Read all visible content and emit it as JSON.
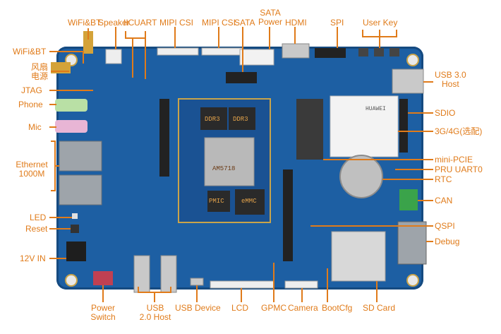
{
  "image": {
    "board_text": {
      "soc": "AM5718",
      "ddr_left": "DDR3",
      "ddr_right": "DDR3",
      "pmic": "PMIC",
      "emmc": "eMMC",
      "brand": "HUAWEI"
    },
    "labels": {
      "wifi_bt_top": "WiFi&BT",
      "speaker": "Speaker",
      "iic": "IIC",
      "uart": "UART",
      "mipi_csi_1": "MIPI CSI",
      "mipi_csi_2": "MIPI CSI",
      "sata": "SATA",
      "sata_power_1": "SATA",
      "sata_power_2": "Power",
      "hdmi": "HDMI",
      "spi": "SPI",
      "user_key": "User Key",
      "wifi_bt_left": "WiFi&BT",
      "fan_power_1": "风扇",
      "fan_power_2": "电源",
      "jtag": "JTAG",
      "phone": "Phone",
      "mic": "Mic",
      "ethernet_1": "Ethernet",
      "ethernet_2": "1000M",
      "led": "LED",
      "reset": "Reset",
      "dc_in": "12V IN",
      "usb3_1": "USB 3.0",
      "usb3_2": "Host",
      "sdio": "SDIO",
      "cellular": "3G/4G(选配)",
      "mini_pcie": "mini-PCIE",
      "pru_uart": "PRU UART0",
      "rtc": "RTC",
      "can": "CAN",
      "qspi": "QSPI",
      "debug": "Debug",
      "power_switch_1": "Power",
      "power_switch_2": "Switch",
      "usb2_1": "USB",
      "usb2_2": "2.0 Host",
      "usb_device": "USB Device",
      "lcd": "LCD",
      "gpmc": "GPMC",
      "camera": "Camera",
      "bootcfg": "BootCfg",
      "sd_card": "SD Card"
    },
    "colors": {
      "label": "#e07b1a",
      "pcb": "#1d5fa3",
      "chip": "#2a2a2a"
    }
  }
}
